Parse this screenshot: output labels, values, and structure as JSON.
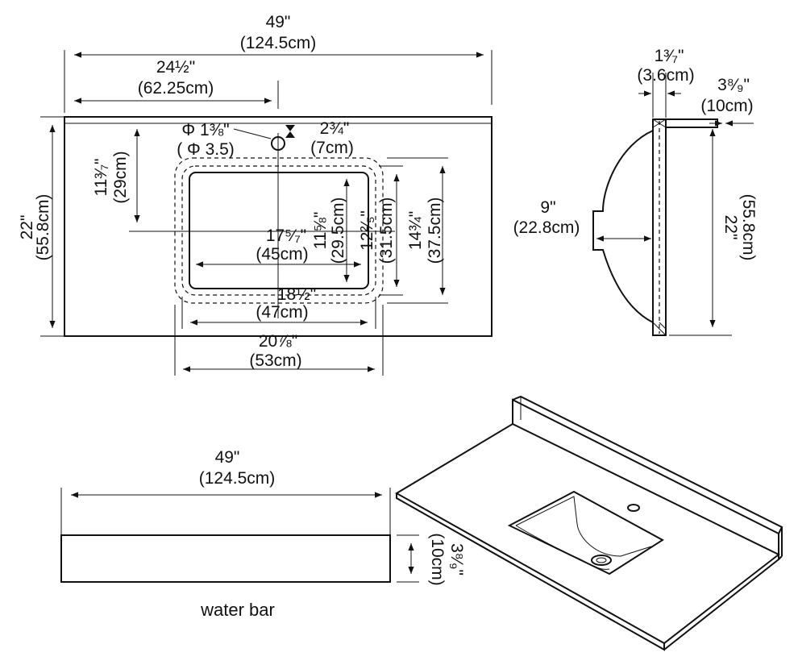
{
  "top_view": {
    "overall_width": "49\"",
    "overall_width_cm": "(124.5cm)",
    "center_width": "24½\"",
    "center_width_cm": "(62.25cm)",
    "hole_dia": "Φ 1⅜\"",
    "hole_dia_cm": "( Φ 3.5)",
    "hole_offset": "2¾\"",
    "hole_offset_cm": "(7cm)",
    "bowl_from_back": "11³⁄₇\"",
    "bowl_from_back_cm": "(29cm)",
    "depth": "22\"",
    "depth_cm": "(55.8cm)",
    "inner_width": "17⁵⁄₇\"",
    "inner_width_cm": "(45cm)",
    "inner_depth": "11⅝\"",
    "inner_depth_cm": "(29.5cm)",
    "mid_depth": "12²⁄₅\"",
    "mid_depth_cm": "(31.5cm)",
    "outer_depth": "14¾\"",
    "outer_depth_cm": "(37.5cm)",
    "mid_width": "18½\"",
    "mid_width_cm": "(47cm)",
    "outer_width": "20⅞\"",
    "outer_width_cm": "(53cm)"
  },
  "side_view": {
    "top_thick": "1³⁄₇\"",
    "top_thick_cm": "(3.6cm)",
    "splash_thick": "3⁸⁄₉\"",
    "splash_thick_cm": "(10cm)",
    "bowl_depth": "9\"",
    "bowl_depth_cm": "(22.8cm)",
    "depth": "22\"",
    "depth_cm": "(55.8cm)"
  },
  "water_bar": {
    "width": "49\"",
    "width_cm": "(124.5cm)",
    "height": "3⁸⁄₉\"",
    "height_cm": "(10cm)",
    "label": "water bar"
  }
}
